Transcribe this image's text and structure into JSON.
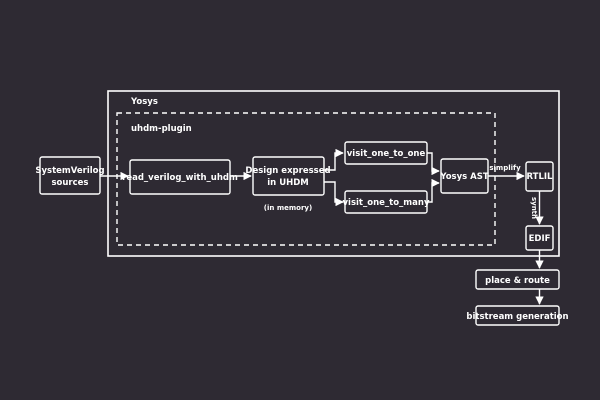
{
  "containers": {
    "yosys": "Yosys",
    "uhdm_plugin": "uhdm-plugin"
  },
  "nodes": {
    "sv_sources": [
      "SystemVerilog",
      "sources"
    ],
    "read_verilog": "read_verilog_with_uhdm",
    "design": [
      "Design expressed",
      "in UHDM"
    ],
    "in_memory": "(in memory)",
    "visit_one_to_one": "visit_one_to_one",
    "visit_one_to_many": "visit_one_to_many",
    "yosys_ast": "Yosys AST",
    "rtlil": "RTLIL",
    "edif": "EDIF",
    "place_route": "place & route",
    "bitstream": "bitstream generation"
  },
  "edge_labels": {
    "simplify": "simplify",
    "synth": "synth"
  },
  "colors": {
    "background": "#2e2a33",
    "foreground": "#ffffff"
  }
}
